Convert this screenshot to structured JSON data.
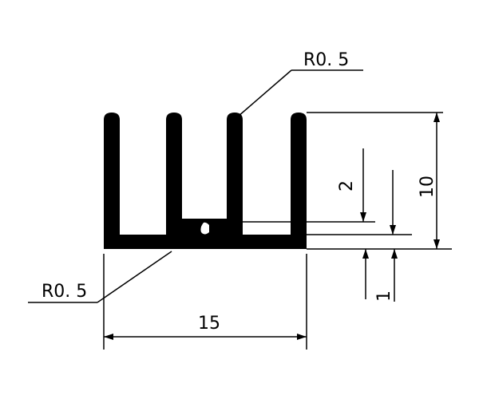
{
  "drawing": {
    "background_color": "#ffffff",
    "ink_color": "#000000",
    "dimensions": {
      "overall_width": "15",
      "overall_height": "10",
      "base_thickness": "1",
      "step_height": "2"
    },
    "radius_labels": {
      "top_callout": "R0. 5",
      "bottom_callout": "R0. 5"
    }
  }
}
